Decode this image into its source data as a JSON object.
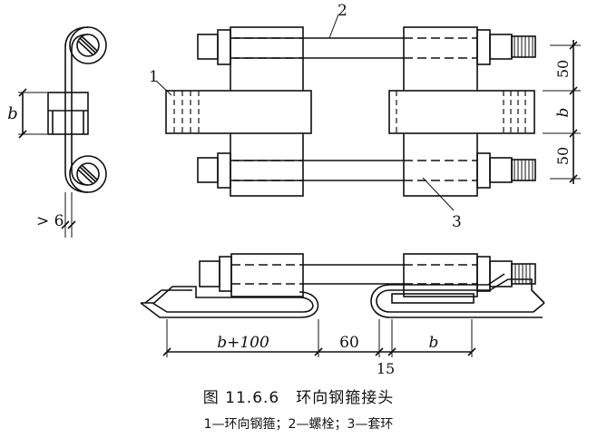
{
  "figure": {
    "caption_label": "图 11.6.6",
    "caption_title": "环向钢箍接头",
    "legend": "1—环向钢箍；2—螺栓；3—套环"
  },
  "callouts": {
    "c1": "1",
    "c2": "2",
    "c3": "3"
  },
  "dimensions": {
    "side_b": "b",
    "side_gap": "> 6",
    "top_spacing_1": "50",
    "top_b": "b",
    "top_spacing_2": "50",
    "bottom_b_plus_100": "b+100",
    "bottom_60": "60",
    "bottom_15": "15",
    "bottom_b": "b"
  }
}
